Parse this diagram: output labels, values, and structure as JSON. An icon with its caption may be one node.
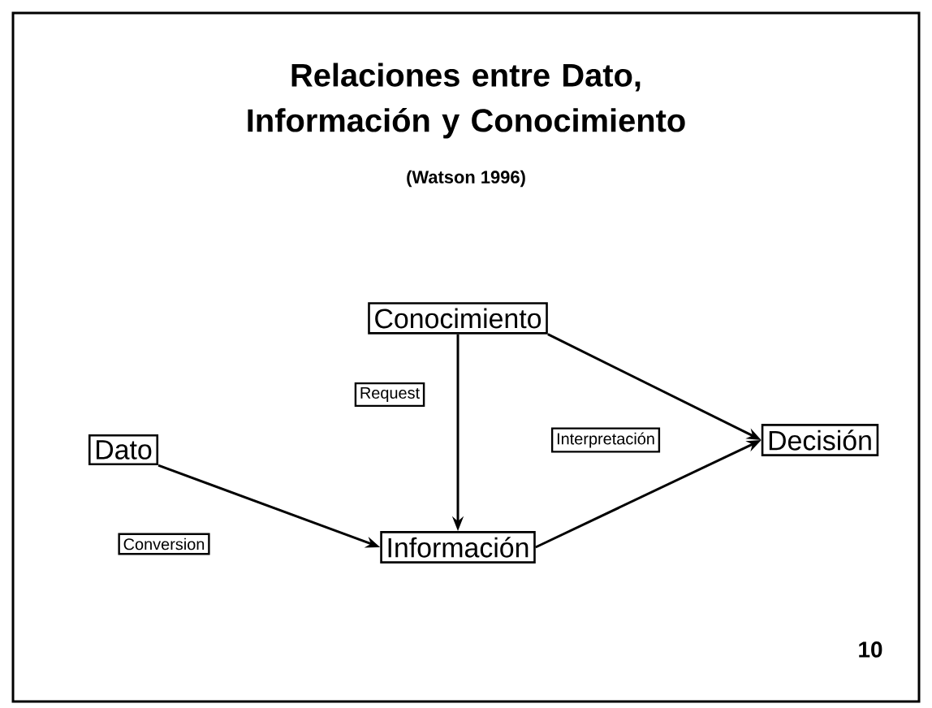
{
  "diagram": {
    "title": "Relaciones entre Dato, Información y Conocimiento",
    "nodes": [
      {
        "text": [
          "Conocimiento"
        ]
      },
      {
        "text": [
          "Dato"
        ]
      },
      {
        "text": [
          "Información"
        ]
      },
      {
        "text": [
          "Decisión"
        ]
      }
    ],
    "edges": [
      {
        "from": 0,
        "to": 2,
        "arrow": "to",
        "label": "Request"
      },
      {
        "from": 1,
        "to": 2,
        "arrow": "to",
        "label": "Conversion"
      },
      {
        "from": 0,
        "to": 3,
        "arrow": "to"
      },
      {
        "from": 2,
        "to": 3,
        "arrow": "to",
        "label": "Interpretación"
      }
    ],
    "labels": [
      "(Watson 1996)",
      "10"
    ]
  }
}
